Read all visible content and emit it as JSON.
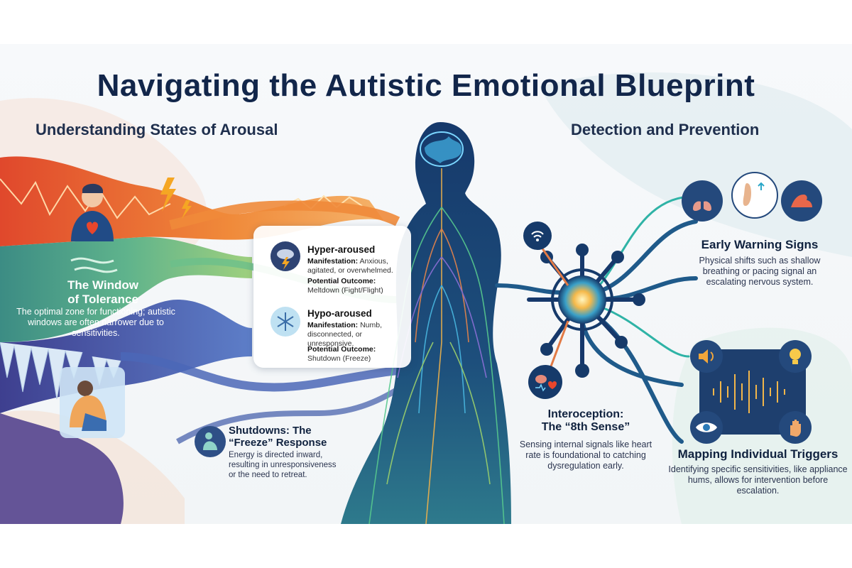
{
  "title": "Navigating the Autistic Emotional Blueprint",
  "sections": {
    "left": "Understanding States of Arousal",
    "right": "Detection and Prevention"
  },
  "window_of_tolerance": {
    "heading_line1": "The Window",
    "heading_line2": "of Tolerance",
    "body": "The optimal zone for functioning; autistic windows are often narrower due to sensitivities."
  },
  "hyper_aroused": {
    "label": "Hyper-aroused",
    "manifestation_label": "Manifestation:",
    "manifestation": "Anxious, agitated, or overwhelmed.",
    "outcome_label": "Potential Outcome:",
    "outcome": "Meltdown (Fight/Flight)",
    "icon": "storm-cloud-lightning-icon"
  },
  "hypo_aroused": {
    "label": "Hypo-aroused",
    "manifestation_label": "Manifestation:",
    "manifestation": "Numb, disconnected, or unresponsive.",
    "outcome_label": "Potential Outcome:",
    "outcome": "Shutdown (Freeze)",
    "icon": "snowflake-icon"
  },
  "shutdowns": {
    "heading_line1": "Shutdowns: The",
    "heading_line2": "“Freeze” Response",
    "body": "Energy is directed inward, resulting in unresponsiveness or the need to retreat.",
    "icon": "huddled-person-icon"
  },
  "interoception": {
    "heading_line1": "Interoception:",
    "heading_line2": "The “8th Sense”",
    "body": "Sensing internal signals like heart rate is foundational to catching dysregulation early.",
    "icon": "brain-heart-icon"
  },
  "early_warning": {
    "heading": "Early Warning Signs",
    "body": "Physical shifts such as shallow breathing or pacing signal an escalating nervous system.",
    "icons": [
      "lungs-icon",
      "pacing-feet-icon",
      "flexed-arm-icon"
    ]
  },
  "triggers": {
    "heading": "Mapping Individual Triggers",
    "body": "Identifying specific sensitivities, like appliance hums, allows for intervention before escalation.",
    "icons": [
      "speaker-icon",
      "lightbulb-icon",
      "eye-icon",
      "hand-icon"
    ]
  },
  "colors": {
    "title": "#12264a",
    "hyper": "#d9532b",
    "window": "#3f9a86",
    "hypo": "#4b67b7",
    "network": "#0f2a5a"
  }
}
